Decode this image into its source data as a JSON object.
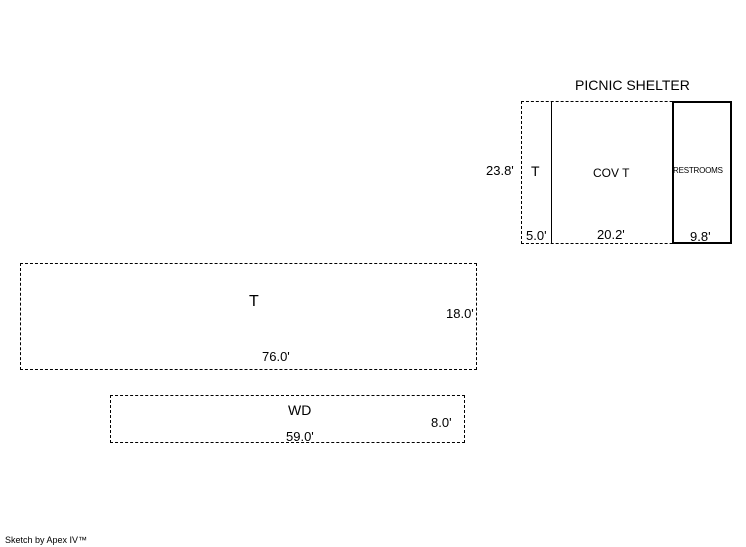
{
  "shelter": {
    "title": "PICNIC SHELTER",
    "height_dim": "23.8'",
    "t_label": "T",
    "t_width": "5.0'",
    "cov_label": "COV T",
    "cov_width": "20.2'",
    "restrooms_label": "RESTROOMS",
    "restrooms_width": "9.8'"
  },
  "terrace": {
    "label": "T",
    "width": "76.0'",
    "depth": "18.0'"
  },
  "wood_deck": {
    "label": "WD",
    "width": "59.0'",
    "depth": "8.0'"
  },
  "footer": {
    "credit": "Sketch by Apex IV™"
  }
}
